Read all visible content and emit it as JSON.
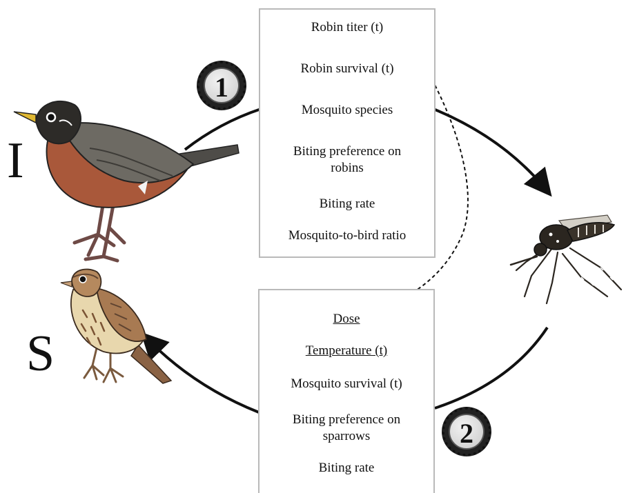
{
  "labels": {
    "infected": "I",
    "susceptible": "S",
    "step1": "1",
    "step2": "2"
  },
  "box1": {
    "robin_titer": "Robin titer (t)",
    "robin_survival": "Robin survival (t)",
    "mosquito_species": "Mosquito species",
    "biting_pref_line1": "Biting preference on",
    "biting_pref_line2": "robins",
    "biting_rate": "Biting rate",
    "mosquito_bird_ratio": "Mosquito-to-bird ratio"
  },
  "box2": {
    "dose": "Dose",
    "temperature": "Temperature (t)",
    "mosquito_survival": "Mosquito survival (t)",
    "biting_pref_line1": "Biting preference on",
    "biting_pref_line2": "sparrows",
    "biting_rate": "Biting rate"
  },
  "illustrations": [
    "robin-illustration",
    "sparrow-illustration",
    "mosquito-illustration"
  ],
  "colors": {
    "robin_breast": "#a9583a",
    "robin_back": "#6d6a63",
    "sparrow_body": "#d9b98a",
    "mosquito_body": "#2b2620",
    "box_border": "#b9b9b9"
  }
}
